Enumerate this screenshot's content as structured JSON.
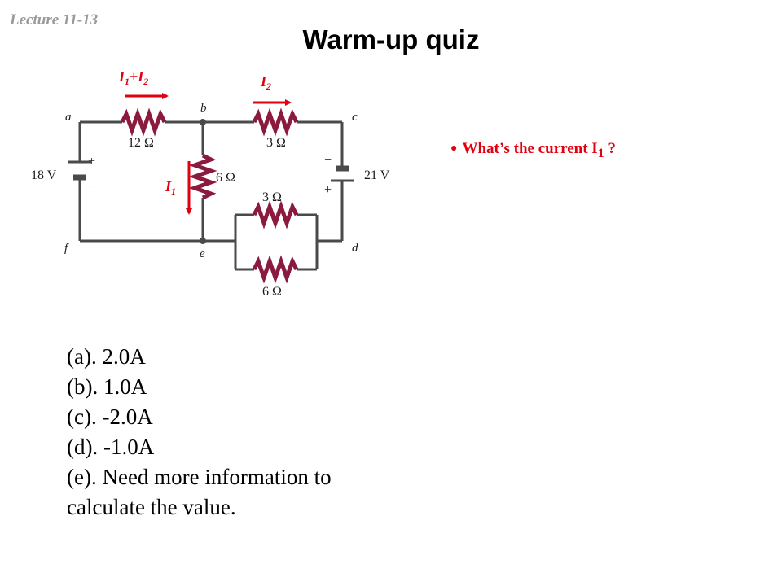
{
  "header": {
    "lecture": "Lecture 11-13",
    "title": "Warm-up quiz"
  },
  "question": {
    "text": "What’s the current I",
    "subscript": "1",
    "suffix": " ?"
  },
  "choices": [
    "(a). 2.0A",
    "(b). 1.0A",
    "(c). -2.0A",
    "(d). -1.0A",
    "(e). Need more information to calculate the value."
  ],
  "circuit": {
    "nodes": [
      "a",
      "b",
      "c",
      "d",
      "e",
      "f"
    ],
    "resistor_ab": "12 Ω",
    "resistor_bc": "3 Ω",
    "resistor_be": "6 Ω",
    "resistor_ed_top": "3 Ω",
    "resistor_ed_bottom": "6 Ω",
    "battery_left": "18 V",
    "battery_right": "21 V",
    "plus": "+",
    "minus": "−",
    "current_ab": {
      "main": "I",
      "sub1": "1",
      "plus": "+I",
      "sub2": "2"
    },
    "current_bc": {
      "main": "I",
      "sub": "2"
    },
    "current_be": {
      "main": "I",
      "sub": "1"
    },
    "colors": {
      "wire": "#4a4a4a",
      "resistor": "#8b1a3f",
      "arrow": "#e1000f"
    }
  }
}
